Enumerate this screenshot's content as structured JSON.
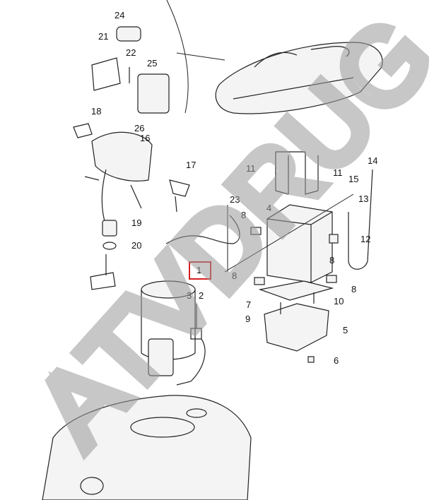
{
  "diagram": {
    "watermark": "ATVDRUG",
    "highlight_color": "#d81e1e",
    "highlighted_part": "1",
    "part_labels": [
      "24",
      "21",
      "22",
      "25",
      "26",
      "18",
      "16",
      "17",
      "19",
      "20",
      "23",
      "11",
      "11",
      "14",
      "15",
      "13",
      "4",
      "8",
      "12",
      "8",
      "1",
      "3",
      "2",
      "8",
      "8",
      "7",
      "10",
      "9",
      "5",
      "6"
    ]
  }
}
